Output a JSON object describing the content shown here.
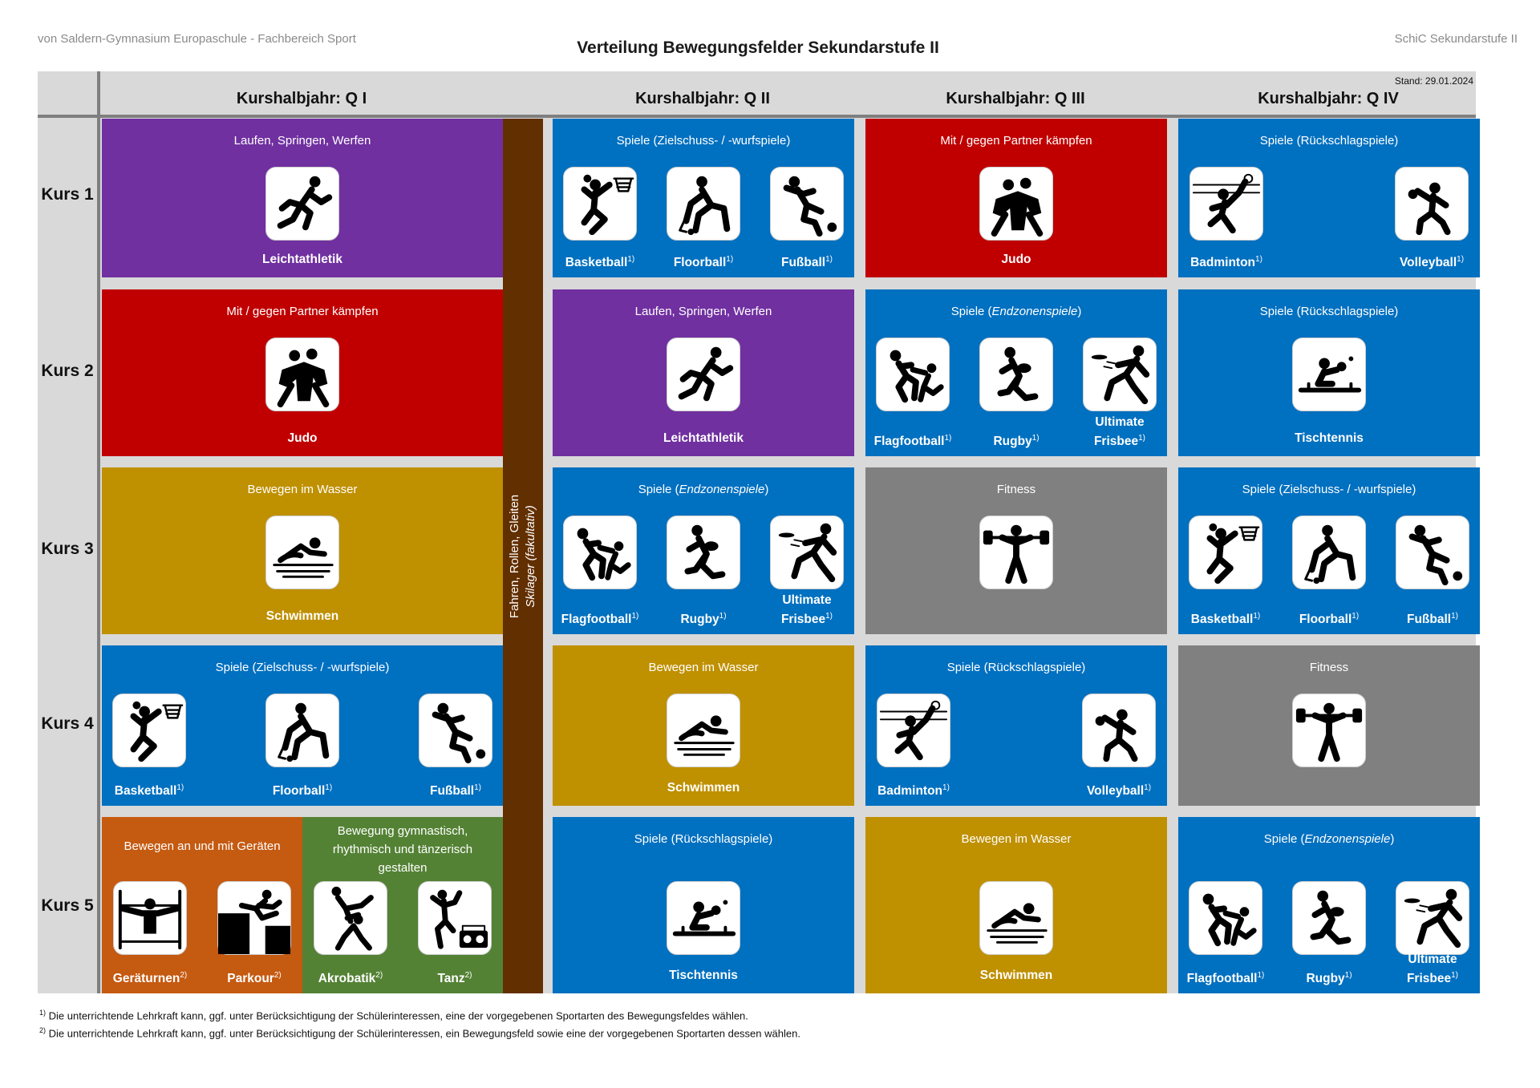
{
  "header": {
    "left": "von Saldern-Gymnasium Europaschule - Fachbereich Sport",
    "title": "Verteilung Bewegungsfelder Sekundarstufe II",
    "right": "SchiC Sekundarstufe II",
    "stand": "Stand: 29.01.2024"
  },
  "halfyears": [
    "Kurshalbjahr: Q I",
    "Kurshalbjahr: Q II",
    "Kurshalbjahr: Q III",
    "Kurshalbjahr: Q IV"
  ],
  "kurse": [
    "Kurs 1",
    "Kurs 2",
    "Kurs 3",
    "Kurs 4",
    "Kurs 5"
  ],
  "vertical_bar": {
    "text": "Fahren, Rollen, Gleiten",
    "subtext": "Skilager (fakultativ)",
    "color": "#622f00"
  },
  "footnotes": {
    "one_mark": "1)",
    "one": "Die unterrichtende Lehrkraft kann, ggf. unter Berücksichtigung der Schülerinteressen, eine der vorgegebenen Sportarten des Bewegungsfeldes wählen.",
    "two_mark": "2)",
    "two": "Die unterrichtende Lehrkraft kann, ggf. unter Berücksichtigung der Schülerinteressen, ein Bewegungsfeld sowie eine der vorgegebenen Sportarten dessen wählen."
  },
  "colors": {
    "laufen": "#7030a0",
    "kaempfen": "#c00000",
    "wasser": "#bf9000",
    "spiele": "#0070c0",
    "fitness": "#808080",
    "geraete": "#c55a11",
    "gymnastik": "#548235",
    "header_band": "#d9d9d9"
  },
  "cells": {
    "q1_k1": {
      "title": "Laufen, Springen, Werfen",
      "sports": [
        {
          "label": "Leichtathletik",
          "icon": "running-icon"
        }
      ]
    },
    "q1_k2": {
      "title": "Mit / gegen Partner kämpfen",
      "sports": [
        {
          "label": "Judo",
          "icon": "judo-icon"
        }
      ]
    },
    "q1_k3": {
      "title": "Bewegen im Wasser",
      "sports": [
        {
          "label": "Schwimmen",
          "icon": "swimming-icon"
        }
      ]
    },
    "q1_k4": {
      "title": "Spiele (Zielschuss- / -wurfspiele)",
      "sports": [
        {
          "label": "Basketball",
          "mark": "1)",
          "icon": "basketball-icon"
        },
        {
          "label": "Floorball",
          "mark": "1)",
          "icon": "floorball-icon"
        },
        {
          "label": "Fußball",
          "mark": "1)",
          "icon": "football-icon"
        }
      ]
    },
    "q1_k5a": {
      "title": "Bewegen an und mit Geräten",
      "sports": [
        {
          "label": "Geräturnen",
          "mark": "2)",
          "icon": "gymnastics-rings-icon"
        },
        {
          "label": "Parkour",
          "mark": "2)",
          "icon": "parkour-icon"
        }
      ]
    },
    "q1_k5b": {
      "title": "Bewegung gymnastisch, rhythmisch und tänzerisch gestalten",
      "sports": [
        {
          "label": "Akrobatik",
          "mark": "2)",
          "icon": "acrobatics-icon"
        },
        {
          "label": "Tanz",
          "mark": "2)",
          "icon": "dance-icon"
        }
      ]
    },
    "q2_k1": {
      "title": "Spiele (Zielschuss- / -wurfspiele)",
      "sports": [
        {
          "label": "Basketball",
          "mark": "1)",
          "icon": "basketball-icon"
        },
        {
          "label": "Floorball",
          "mark": "1)",
          "icon": "floorball-icon"
        },
        {
          "label": "Fußball",
          "mark": "1)",
          "icon": "football-icon"
        }
      ]
    },
    "q2_k2": {
      "title": "Laufen, Springen, Werfen",
      "sports": [
        {
          "label": "Leichtathletik",
          "icon": "running-icon"
        }
      ]
    },
    "q2_k3": {
      "title_pre": "Spiele (",
      "title_em": "Endzonenspiele",
      "title_post": ")",
      "sports": [
        {
          "label": "Flagfootball",
          "mark": "1)",
          "icon": "flagfootball-icon"
        },
        {
          "label": "Rugby",
          "mark": "1)",
          "icon": "rugby-icon"
        },
        {
          "label": "Ultimate",
          "label2": "Frisbee",
          "mark": "1)",
          "icon": "frisbee-icon"
        }
      ]
    },
    "q2_k4": {
      "title": "Bewegen im Wasser",
      "sports": [
        {
          "label": "Schwimmen",
          "icon": "swimming-icon"
        }
      ]
    },
    "q2_k5": {
      "title": "Spiele (Rückschlagspiele)",
      "sports": [
        {
          "label": "Tischtennis",
          "icon": "table-tennis-icon"
        }
      ]
    },
    "q3_k1": {
      "title": "Mit / gegen Partner kämpfen",
      "sports": [
        {
          "label": "Judo",
          "icon": "judo-icon"
        }
      ]
    },
    "q3_k2": {
      "title_pre": "Spiele (",
      "title_em": "Endzonenspiele",
      "title_post": ")",
      "sports": [
        {
          "label": "Flagfootball",
          "mark": "1)",
          "icon": "flagfootball-icon"
        },
        {
          "label": "Rugby",
          "mark": "1)",
          "icon": "rugby-icon"
        },
        {
          "label": "Ultimate",
          "label2": "Frisbee",
          "mark": "1)",
          "icon": "frisbee-icon"
        }
      ]
    },
    "q3_k3": {
      "title": "Fitness",
      "sports": [
        {
          "label": "",
          "icon": "weightlifting-icon"
        }
      ]
    },
    "q3_k4": {
      "title": "Spiele (Rückschlagspiele)",
      "sports": [
        {
          "label": "Badminton",
          "mark": "1)",
          "icon": "badminton-icon"
        },
        {
          "label": "Volleyball",
          "mark": "1)",
          "icon": "volleyball-icon"
        }
      ]
    },
    "q3_k5": {
      "title": "Bewegen im Wasser",
      "sports": [
        {
          "label": "Schwimmen",
          "icon": "swimming-icon"
        }
      ]
    },
    "q4_k1": {
      "title": "Spiele (Rückschlagspiele)",
      "sports": [
        {
          "label": "Badminton",
          "mark": "1)",
          "icon": "badminton-icon"
        },
        {
          "label": "Volleyball",
          "mark": "1)",
          "icon": "volleyball-icon"
        }
      ]
    },
    "q4_k2": {
      "title": "Spiele (Rückschlagspiele)",
      "sports": [
        {
          "label": "Tischtennis",
          "icon": "table-tennis-icon"
        }
      ]
    },
    "q4_k3": {
      "title": "Spiele (Zielschuss- / -wurfspiele)",
      "sports": [
        {
          "label": "Basketball",
          "mark": "1)",
          "icon": "basketball-icon"
        },
        {
          "label": "Floorball",
          "mark": "1)",
          "icon": "floorball-icon"
        },
        {
          "label": "Fußball",
          "mark": "1)",
          "icon": "football-icon"
        }
      ]
    },
    "q4_k4": {
      "title": "Fitness",
      "sports": [
        {
          "label": "",
          "icon": "weightlifting-icon"
        }
      ]
    },
    "q4_k5": {
      "title_pre": "Spiele (",
      "title_em": "Endzonenspiele",
      "title_post": ")",
      "sports": [
        {
          "label": "Flagfootball",
          "mark": "1)",
          "icon": "flagfootball-icon"
        },
        {
          "label": "Rugby",
          "mark": "1)",
          "icon": "rugby-icon"
        },
        {
          "label": "Ultimate",
          "label2": "Frisbee",
          "mark": "1)",
          "icon": "frisbee-icon"
        }
      ]
    }
  }
}
